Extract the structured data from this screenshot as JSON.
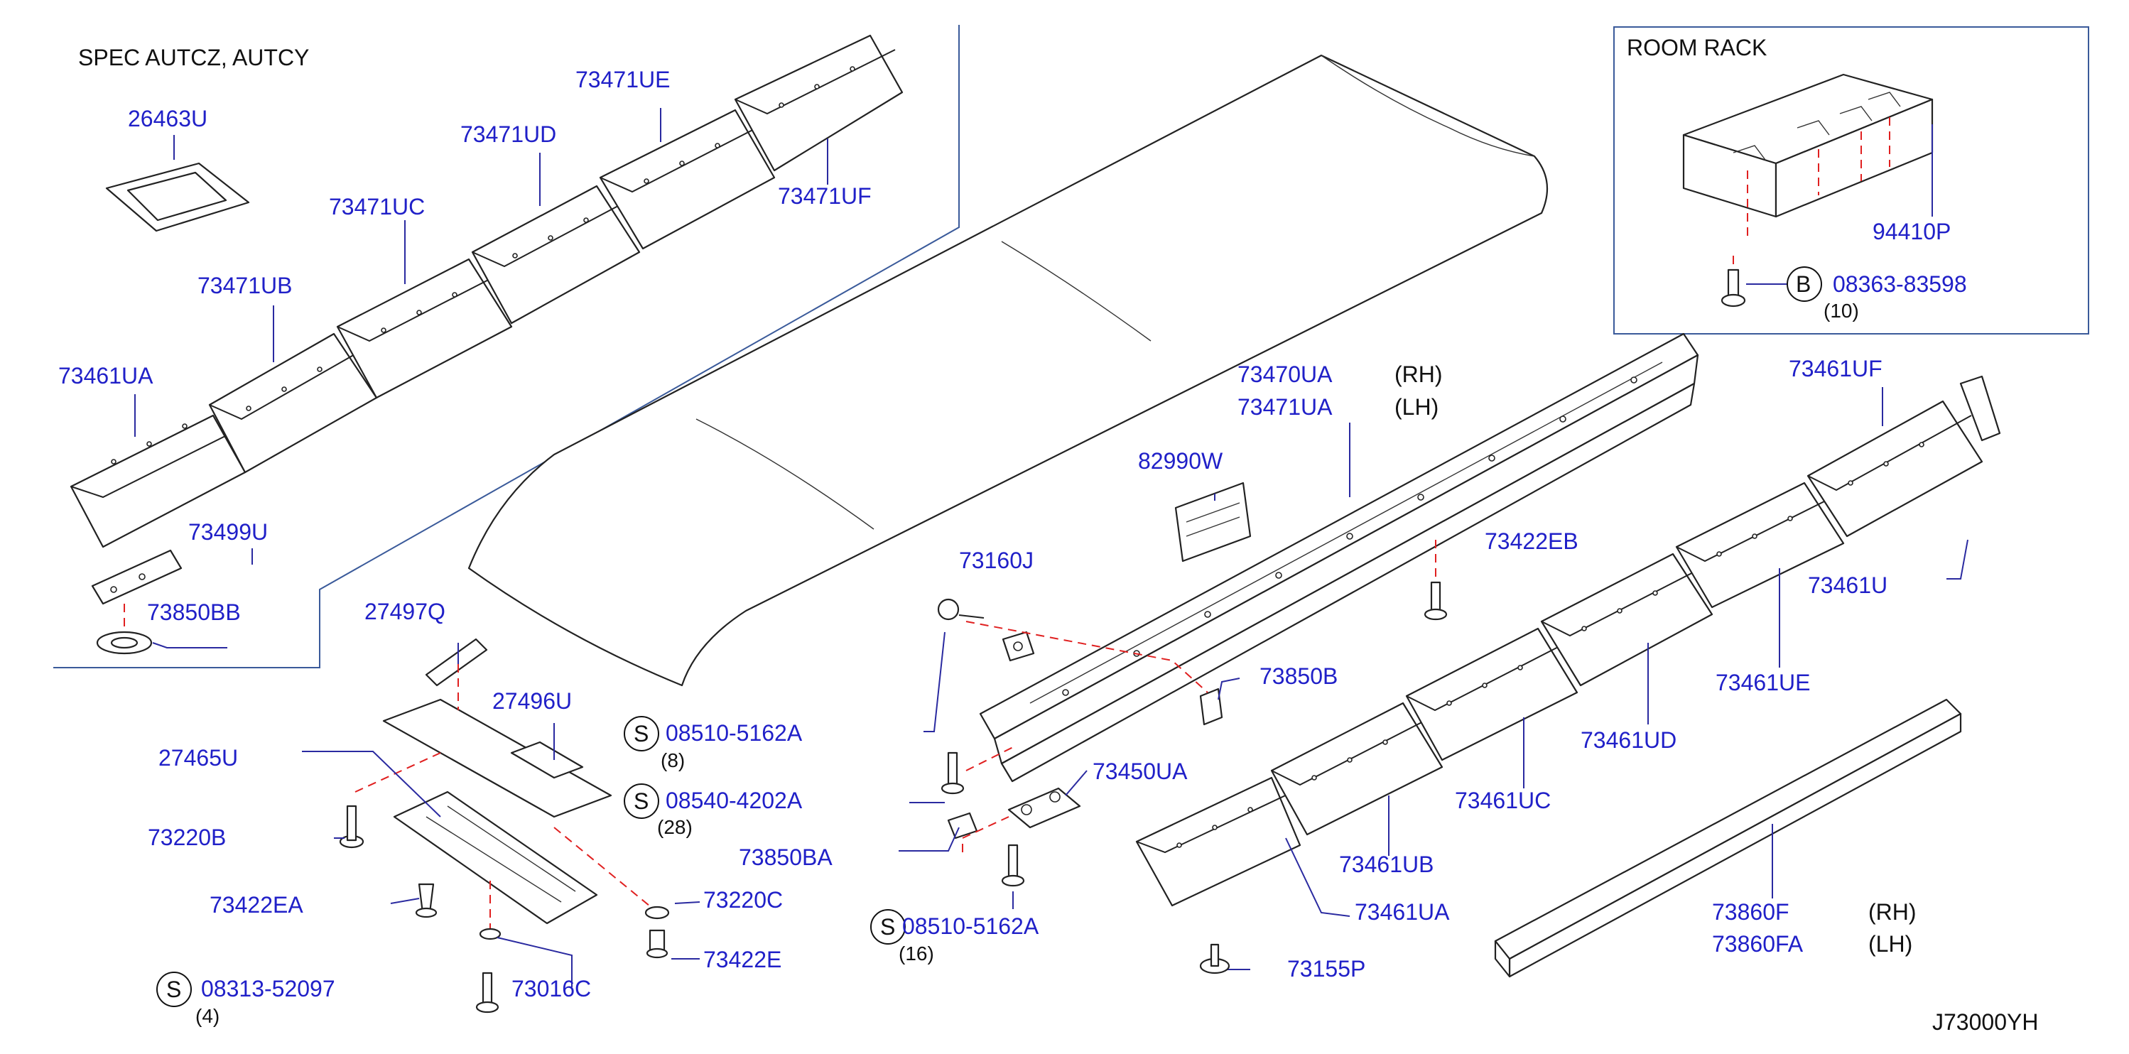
{
  "spec_note": "SPEC  AUTCZ,  AUTCY",
  "room_rack": {
    "title": "ROOM   RACK",
    "part_94410P": "94410P",
    "bolt_code": "B",
    "bolt_part": "08363-83598",
    "bolt_qty": "(10)"
  },
  "left_group": {
    "p26463U": "26463U",
    "p73471UE": "73471UE",
    "p73471UD": "73471UD",
    "p73471UF": "73471UF",
    "p73471UC": "73471UC",
    "p73471UB": "73471UB",
    "p73461UA": "73461UA",
    "p73499U": "73499U",
    "p73850BB": "73850BB"
  },
  "pad_group": {
    "p27497Q": "27497Q",
    "p27496U": "27496U",
    "p27465U": "27465U",
    "p73220B": "73220B",
    "p73422EA": "73422EA",
    "s_code": "S",
    "s_part": "08313-52097",
    "s_qty": "(4)",
    "p73016C": "73016C",
    "p73220C": "73220C",
    "p73422E": "73422E",
    "s1_code": "S",
    "s1_part": "08510-5162A",
    "s1_qty": "(8)",
    "s2_code": "S",
    "s2_part": "08540-4202A",
    "s2_qty": "(28)",
    "p73850BA": "73850BA"
  },
  "center_group": {
    "p73470UA": "73470UA",
    "rh": "(RH)",
    "p73471UA": "73471UA",
    "lh": "(LH)",
    "p82990W": "82990W",
    "p73160J": "73160J",
    "p73422EB": "73422EB",
    "p73850B": "73850B",
    "p73450UA": "73450UA",
    "s3_code": "S",
    "s3_part": "08510-5162A",
    "s3_qty": "(16)",
    "p73155P": "73155P"
  },
  "right_group": {
    "p73461UF": "73461UF",
    "p73461U": "73461U",
    "p73461UE": "73461UE",
    "p73461UD": "73461UD",
    "p73461UC": "73461UC",
    "p73461UB": "73461UB",
    "p73461UA": "73461UA",
    "p73860F": "73860F",
    "rh": "(RH)",
    "p73860FA": "73860FA",
    "lh": "(LH)"
  },
  "diagram_code": "J73000YH"
}
